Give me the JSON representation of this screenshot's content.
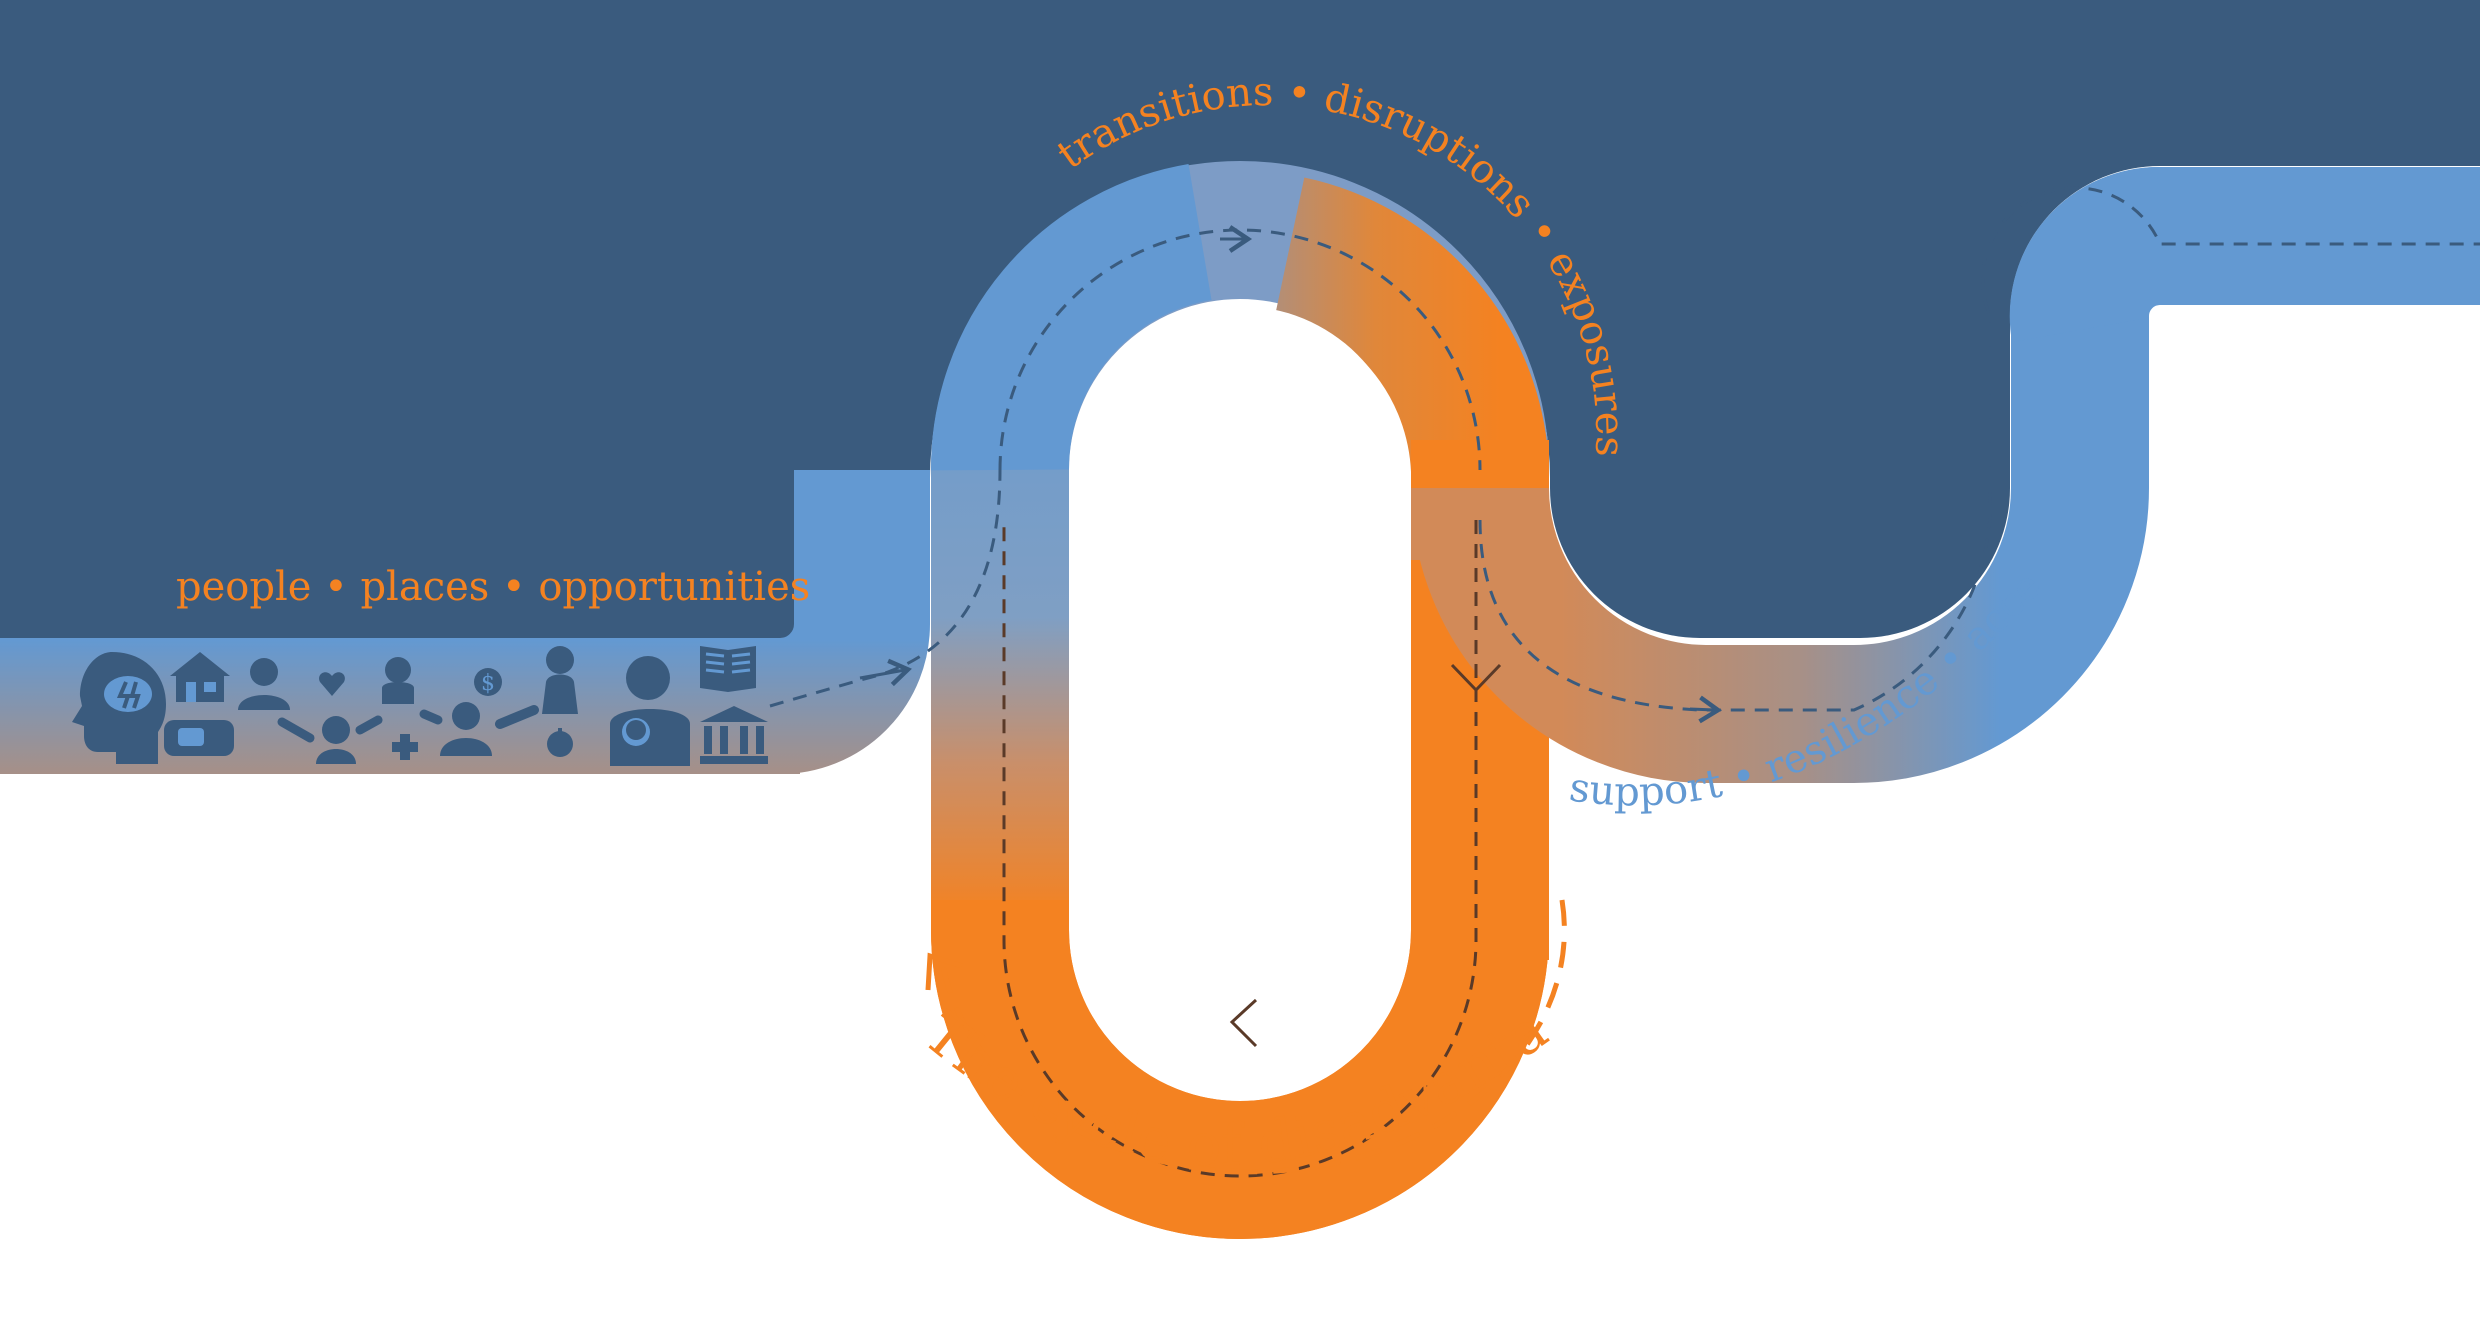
{
  "labels": {
    "left": "people • places • opportunities",
    "arc_top": "transitions • disruptions • exposures",
    "arc_right": "support • resilience • access",
    "cycle": "The cycle of disadvantage"
  },
  "icons": [
    "head-mind-icon",
    "house-icon",
    "hand-with-card-icon",
    "person-icon",
    "heart-icon",
    "person-icon",
    "connection-line-icon",
    "person-icon",
    "medical-cross-icon",
    "dollar-coin-icon",
    "person-icon",
    "connection-line-icon",
    "person-icon",
    "apple-icon",
    "parent-and-child-icon",
    "book-icon",
    "bank-building-icon"
  ],
  "colors": {
    "background_dark": "#3a5b7e",
    "background_light": "#ffffff",
    "path_blue": "#6399d2",
    "path_orange": "#f48221",
    "path_mid": "#a79087",
    "icon_fill": "#3a5b7e",
    "dash_dark": "#3a5b7e",
    "dash_cycle": "#5a3a28",
    "label_orange": "#f48221",
    "label_blue": "#6399d2"
  }
}
